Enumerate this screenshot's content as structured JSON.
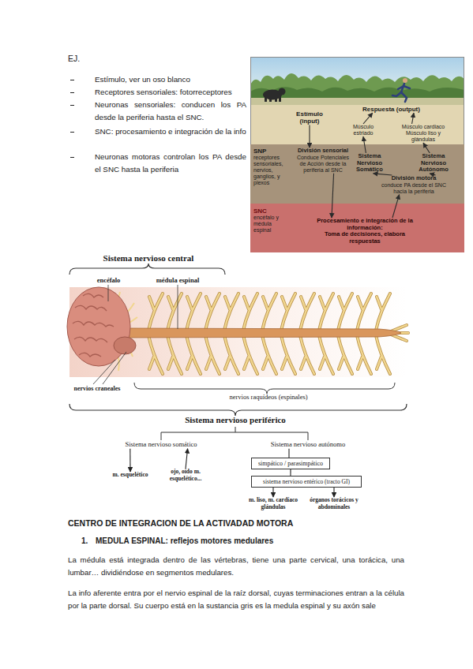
{
  "diagram": {
    "nodes": [
      {
        "text": [
          "Respuesta (output)"
        ]
      },
      {
        "text": [
          "Estímulo (input)"
        ]
      },
      {
        "text": [
          "Músculo estriado"
        ]
      },
      {
        "text": [
          "Músculo cardiaco Músculo liso y glándulas"
        ]
      },
      {
        "text": [
          "SNP",
          "receptores sensoriales, nervios, ganglios, y plexos"
        ]
      },
      {
        "text": [
          "División sensorial",
          "Conduce Potenciales de Acción desde la periferia al SNC"
        ],
        "in": 4
      },
      {
        "text": [
          "Sistema Nervioso Somático"
        ],
        "in": 4
      },
      {
        "text": [
          "Sistema Nervioso Autónomo"
        ],
        "in": 4
      },
      {
        "text": [
          "División motora",
          "conduce PA desde el SNC hacia la periferia"
        ],
        "in": 4
      },
      {
        "text": [
          "SNC",
          "encéfalo y médula espinal"
        ]
      },
      {
        "text": [
          "Procesamiento e integración de la información:",
          "Toma de decisiones, elabora respuestas"
        ],
        "in": 9
      },
      {
        "text": [
          "Sistema nervioso somático"
        ]
      },
      {
        "text": [
          "Sistema nervioso autónomo"
        ]
      },
      {
        "text": [
          "simpático / parasimpático"
        ]
      },
      {
        "text": [
          "m. esquelético"
        ]
      },
      {
        "text": [
          "ojo, oído m. esquelético..."
        ]
      },
      {
        "text": [
          "sistema nervioso entérico (tracto GI)"
        ]
      },
      {
        "text": [
          "m. liso, m. cardíaco glándulas"
        ]
      },
      {
        "text": [
          "órganos torácicos y abdominales"
        ]
      }
    ],
    "edges": [
      {
        "from": 1,
        "to": 5,
        "arrow": "to"
      },
      {
        "from": 5,
        "to": 10,
        "arrow": "to"
      },
      {
        "from": 10,
        "to": 8,
        "arrow": "to"
      },
      {
        "from": 8,
        "to": 6,
        "arrow": "to"
      },
      {
        "from": 8,
        "to": 7,
        "arrow": "to"
      },
      {
        "from": 6,
        "to": 2,
        "arrow": "to"
      },
      {
        "from": 7,
        "to": 3,
        "arrow": "to"
      },
      {
        "from": 2,
        "to": 0,
        "arrow": "to"
      },
      {
        "from": 3,
        "to": 0,
        "arrow": "to"
      },
      {
        "from": 11,
        "to": 14,
        "arrow": "to"
      },
      {
        "from": 15,
        "to": 11,
        "arrow": "to"
      },
      {
        "from": 12,
        "to": 13,
        "arrow": "none"
      },
      {
        "from": 13,
        "to": 16,
        "arrow": "none"
      },
      {
        "from": 16,
        "to": 17,
        "arrow": "to"
      },
      {
        "from": 16,
        "to": 18,
        "arrow": "to"
      }
    ],
    "labels": [
      "EJ.",
      "Estímulo, ver un oso blanco",
      "Receptores sensoriales: fotorreceptores",
      "Neuronas sensoriales: conducen los PA desde la periferia hasta el SNC.",
      "SNC: procesamiento e integración de la info",
      "Neuronas motoras controlan los PA desde el SNC hasta la periferia",
      "Sistema nervioso central",
      "encéfalo",
      "médula espinal",
      "nervios craneales",
      "nervios raquídeos (espinales)",
      "Sistema nervioso periférico",
      "CENTRO DE INTEGRACION DE LA ACTIVADAD MOTORA",
      "1.",
      "MEDULA ESPINAL: reflejos motores medulares",
      "La médula está integrada dentro de las vértebras, tiene una parte cervical, una torácica, una lumbar… dividiéndose en segmentos medulares.",
      "La info aferente entra por el nervio espinal de la raíz dorsal, cuyas terminaciones entran a la célula por la parte dorsal. Su cuerpo está en la sustancia gris es la medula espinal y su axón sale"
    ]
  }
}
